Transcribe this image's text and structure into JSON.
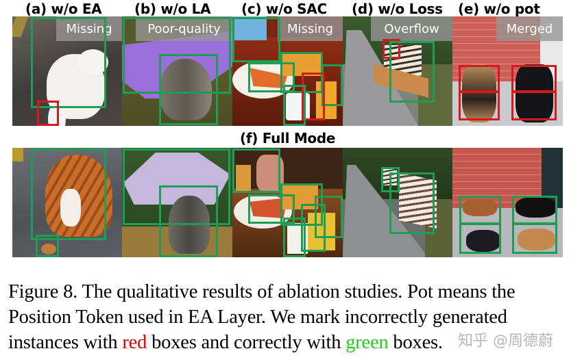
{
  "figure": {
    "column_labels": [
      "(a) w/o EA",
      "(b) w/o LA",
      "(c) w/o SAC",
      "(d) w/o Loss",
      "(e) w/o pot"
    ],
    "full_mode_label": "(f) Full Mode",
    "top_row": [
      {
        "id": "a",
        "scene": "white cat on pavement",
        "tag": "Missing"
      },
      {
        "id": "b",
        "scene": "tabby cat under purple umbrella",
        "tag": "Poor-quality"
      },
      {
        "id": "c",
        "scene": "pizza, coffee cup and beer on table",
        "tag": "Missing"
      },
      {
        "id": "d",
        "scene": "wooden bench on park path",
        "tag": "Overflow"
      },
      {
        "id": "e",
        "scene": "two dogs by red brick wall",
        "tag": "Merged"
      }
    ],
    "bottom_row": [
      {
        "id": "a",
        "scene": "orange tabby cat with small bird"
      },
      {
        "id": "b",
        "scene": "tabby cat under lilac umbrella"
      },
      {
        "id": "c",
        "scene": "pizza, mugs and beer on table"
      },
      {
        "id": "d",
        "scene": "two benches on park path"
      },
      {
        "id": "e",
        "scene": "four dogs by red brick wall"
      }
    ],
    "box_colors": {
      "correct": "#1f9d55",
      "incorrect": "#d7191c"
    }
  },
  "caption": {
    "part1": "Figure 8. The qualitative results of ablation studies. Pot means the Position Token used in EA Layer. We mark incorrectly generated instances with ",
    "red_word": "red",
    "part2": " boxes and correctly with ",
    "green_word": "green",
    "part3": " boxes."
  },
  "watermark": "知乎 @周德蔚"
}
